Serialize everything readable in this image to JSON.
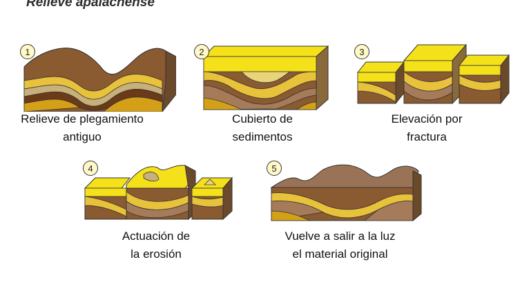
{
  "title": "Relieve apalachense",
  "steps": [
    {
      "number": "1",
      "line1": "Relieve de plegamiento",
      "line2": "antiguo"
    },
    {
      "number": "2",
      "line1": "Cubierto de",
      "line2": "sedimentos"
    },
    {
      "number": "3",
      "line1": "Elevación por",
      "line2": "fractura"
    },
    {
      "number": "4",
      "line1": "Actuación de",
      "line2": "la erosión"
    },
    {
      "number": "5",
      "line1": "Vuelve a salir a la luz",
      "line2": "el material original"
    }
  ],
  "colors": {
    "sediment_yellow": "#f5e11a",
    "dark_brown": "#7a4a1f",
    "light_brown": "#a57b5a",
    "tan": "#c8b07a",
    "gold": "#d4a017"
  }
}
